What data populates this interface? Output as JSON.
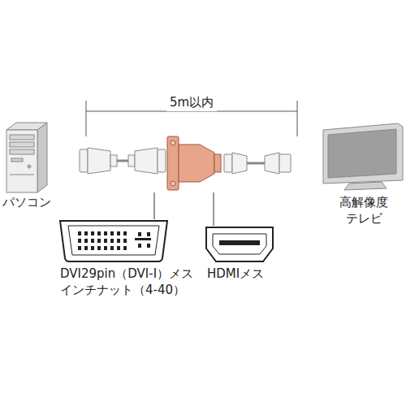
{
  "diagram": {
    "labels": [
      "5m以内",
      "パソコン",
      "高解像度 テレビ",
      "DVI29pin（DVI-I）メス インチナット（4-40）",
      "HDMIメス"
    ]
  }
}
